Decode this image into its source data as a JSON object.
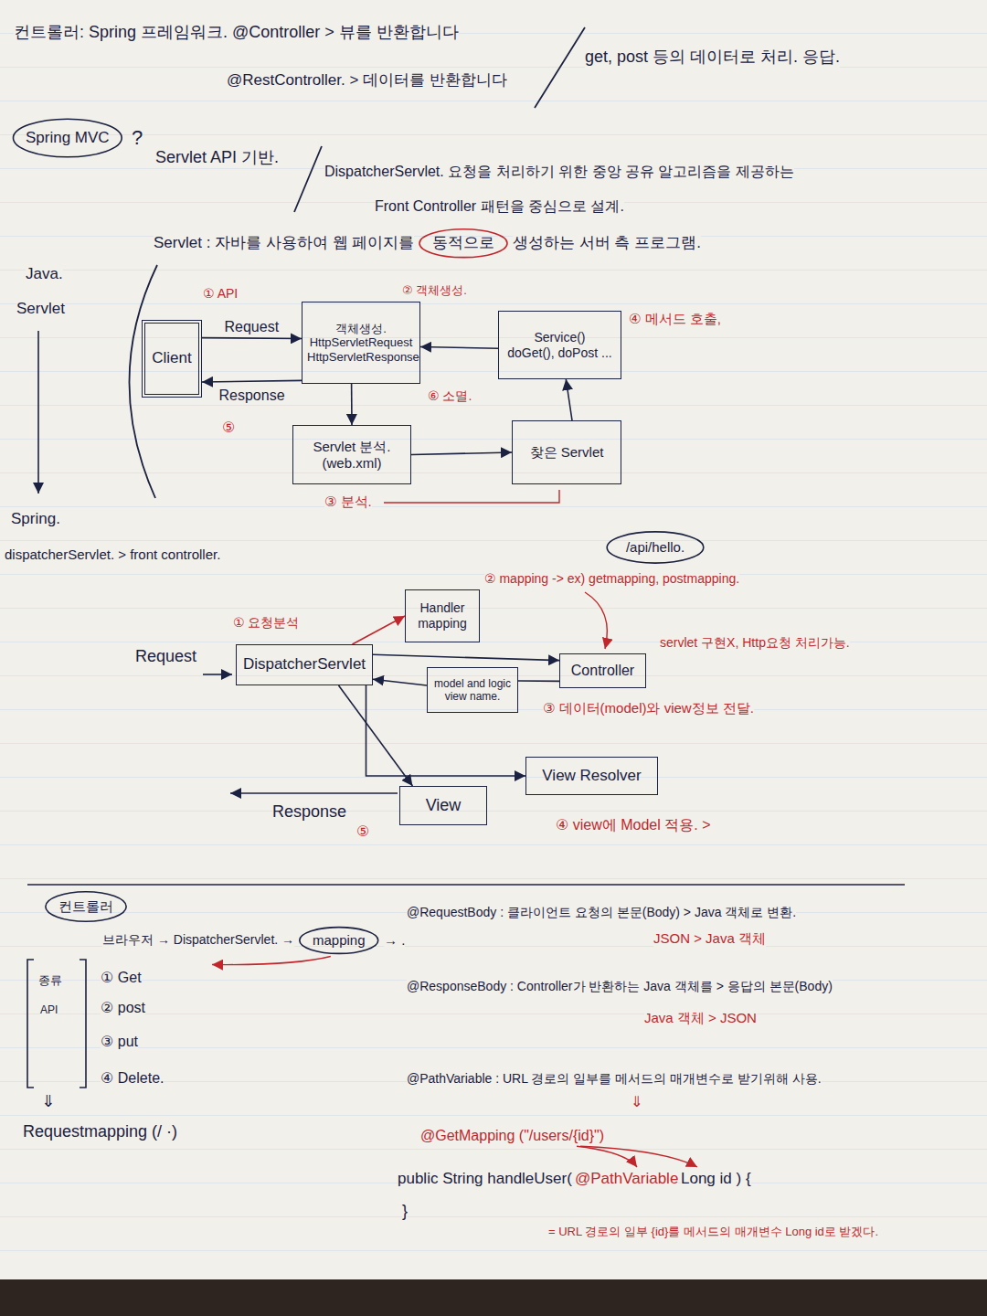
{
  "diagram": {
    "nodes": [
      {
        "text": [
          "Spring MVC"
        ]
      },
      {
        "text": [
          "동적으로"
        ]
      },
      {
        "text": [
          "Client"
        ]
      },
      {
        "text": [
          "객체생성.",
          "HttpServletRequest",
          "HttpServletResponse"
        ]
      },
      {
        "text": [
          "Service()",
          "doGet(), doPost ..."
        ]
      },
      {
        "text": [
          "Servlet 분석.",
          "(web.xml)"
        ]
      },
      {
        "text": [
          "찾은 Servlet"
        ]
      },
      {
        "text": [
          "/api/hello."
        ]
      },
      {
        "text": [
          "Handler mapping"
        ]
      },
      {
        "text": [
          "DispatcherServlet"
        ]
      },
      {
        "text": [
          "Controller"
        ]
      },
      {
        "text": [
          "model and logic view name."
        ]
      },
      {
        "text": [
          "View Resolver"
        ]
      },
      {
        "text": [
          "View"
        ]
      },
      {
        "text": [
          "컨트롤러"
        ]
      },
      {
        "text": [
          "mapping"
        ]
      }
    ],
    "edges": [
      {
        "from": 2,
        "to": 3,
        "label": "Request",
        "arrow": "to"
      },
      {
        "from": 3,
        "to": 2,
        "label": "Response",
        "arrow": "to"
      },
      {
        "from": 4,
        "to": 3,
        "arrow": "to"
      },
      {
        "from": 3,
        "to": 5,
        "arrow": "to"
      },
      {
        "from": 5,
        "to": 6,
        "arrow": "to"
      },
      {
        "from": 6,
        "to": 4,
        "arrow": "to"
      },
      {
        "from": 9,
        "to": 8,
        "arrow": "to"
      },
      {
        "from": 9,
        "to": 10,
        "arrow": "to"
      },
      {
        "from": 10,
        "to": 11,
        "arrow": "none"
      },
      {
        "from": 11,
        "to": 9,
        "arrow": "to"
      },
      {
        "from": 9,
        "to": 12,
        "arrow": "to"
      },
      {
        "from": 9,
        "to": 13,
        "arrow": "to"
      }
    ],
    "labels": [
      "컨트롤러: Spring 프레임워크. @Controller > 뷰를 반환합니다",
      "@RestController. > 데이터를 반환합니다",
      "get, post 등의 데이터로 처리. 응답.",
      "?",
      "Servlet API 기반.",
      "DispatcherServlet. 요청을 처리하기 위한 중앙 공유 알고리즘을 제공하는",
      "Front Controller 패턴을 중심으로 설계.",
      "Servlet : 자바를 사용하여 웹 페이지를",
      "생성하는 서버 측 프로그램.",
      "Java.",
      "Servlet",
      "① API",
      "② 객체생성.",
      "④ 메서드 호출,",
      "⑥ 소멸.",
      "⑤",
      "③ 분석.",
      "Spring.",
      "dispatcherServlet. > front controller.",
      "② mapping -> ex) getmapping, postmapping.",
      "① 요청분석",
      "Request",
      "servlet 구현X, Http요청 처리가능.",
      "③ 데이터(model)와 view정보 전달.",
      "Response",
      "⑤",
      "④ view에 Model 적용. >",
      "브라우저 → DispatcherServlet. →",
      "→ .",
      "종류",
      "API",
      "① Get",
      "② post",
      "③ put",
      "④ Delete.",
      "Requestmapping (/ ·)",
      "@RequestBody : 클라이언트 요청의 본문(Body) > Java 객체로 변환.",
      "JSON > Java 객체",
      "@ResponseBody : Controller가 반환하는 Java 객체를 > 응답의 본문(Body)",
      "Java 객체 > JSON",
      "@PathVariable : URL 경로의 일부를 메서드의 매개변수로 받기위해 사용.",
      "⇓",
      "@GetMapping (\"/users/{id}\")",
      "public String handleUser(",
      "@PathVariable",
      "Long id ) {",
      "}",
      "= URL 경로의 일부 {id}를 메서드의 매개변수 Long id로 받겠다.",
      "⇓"
    ]
  }
}
